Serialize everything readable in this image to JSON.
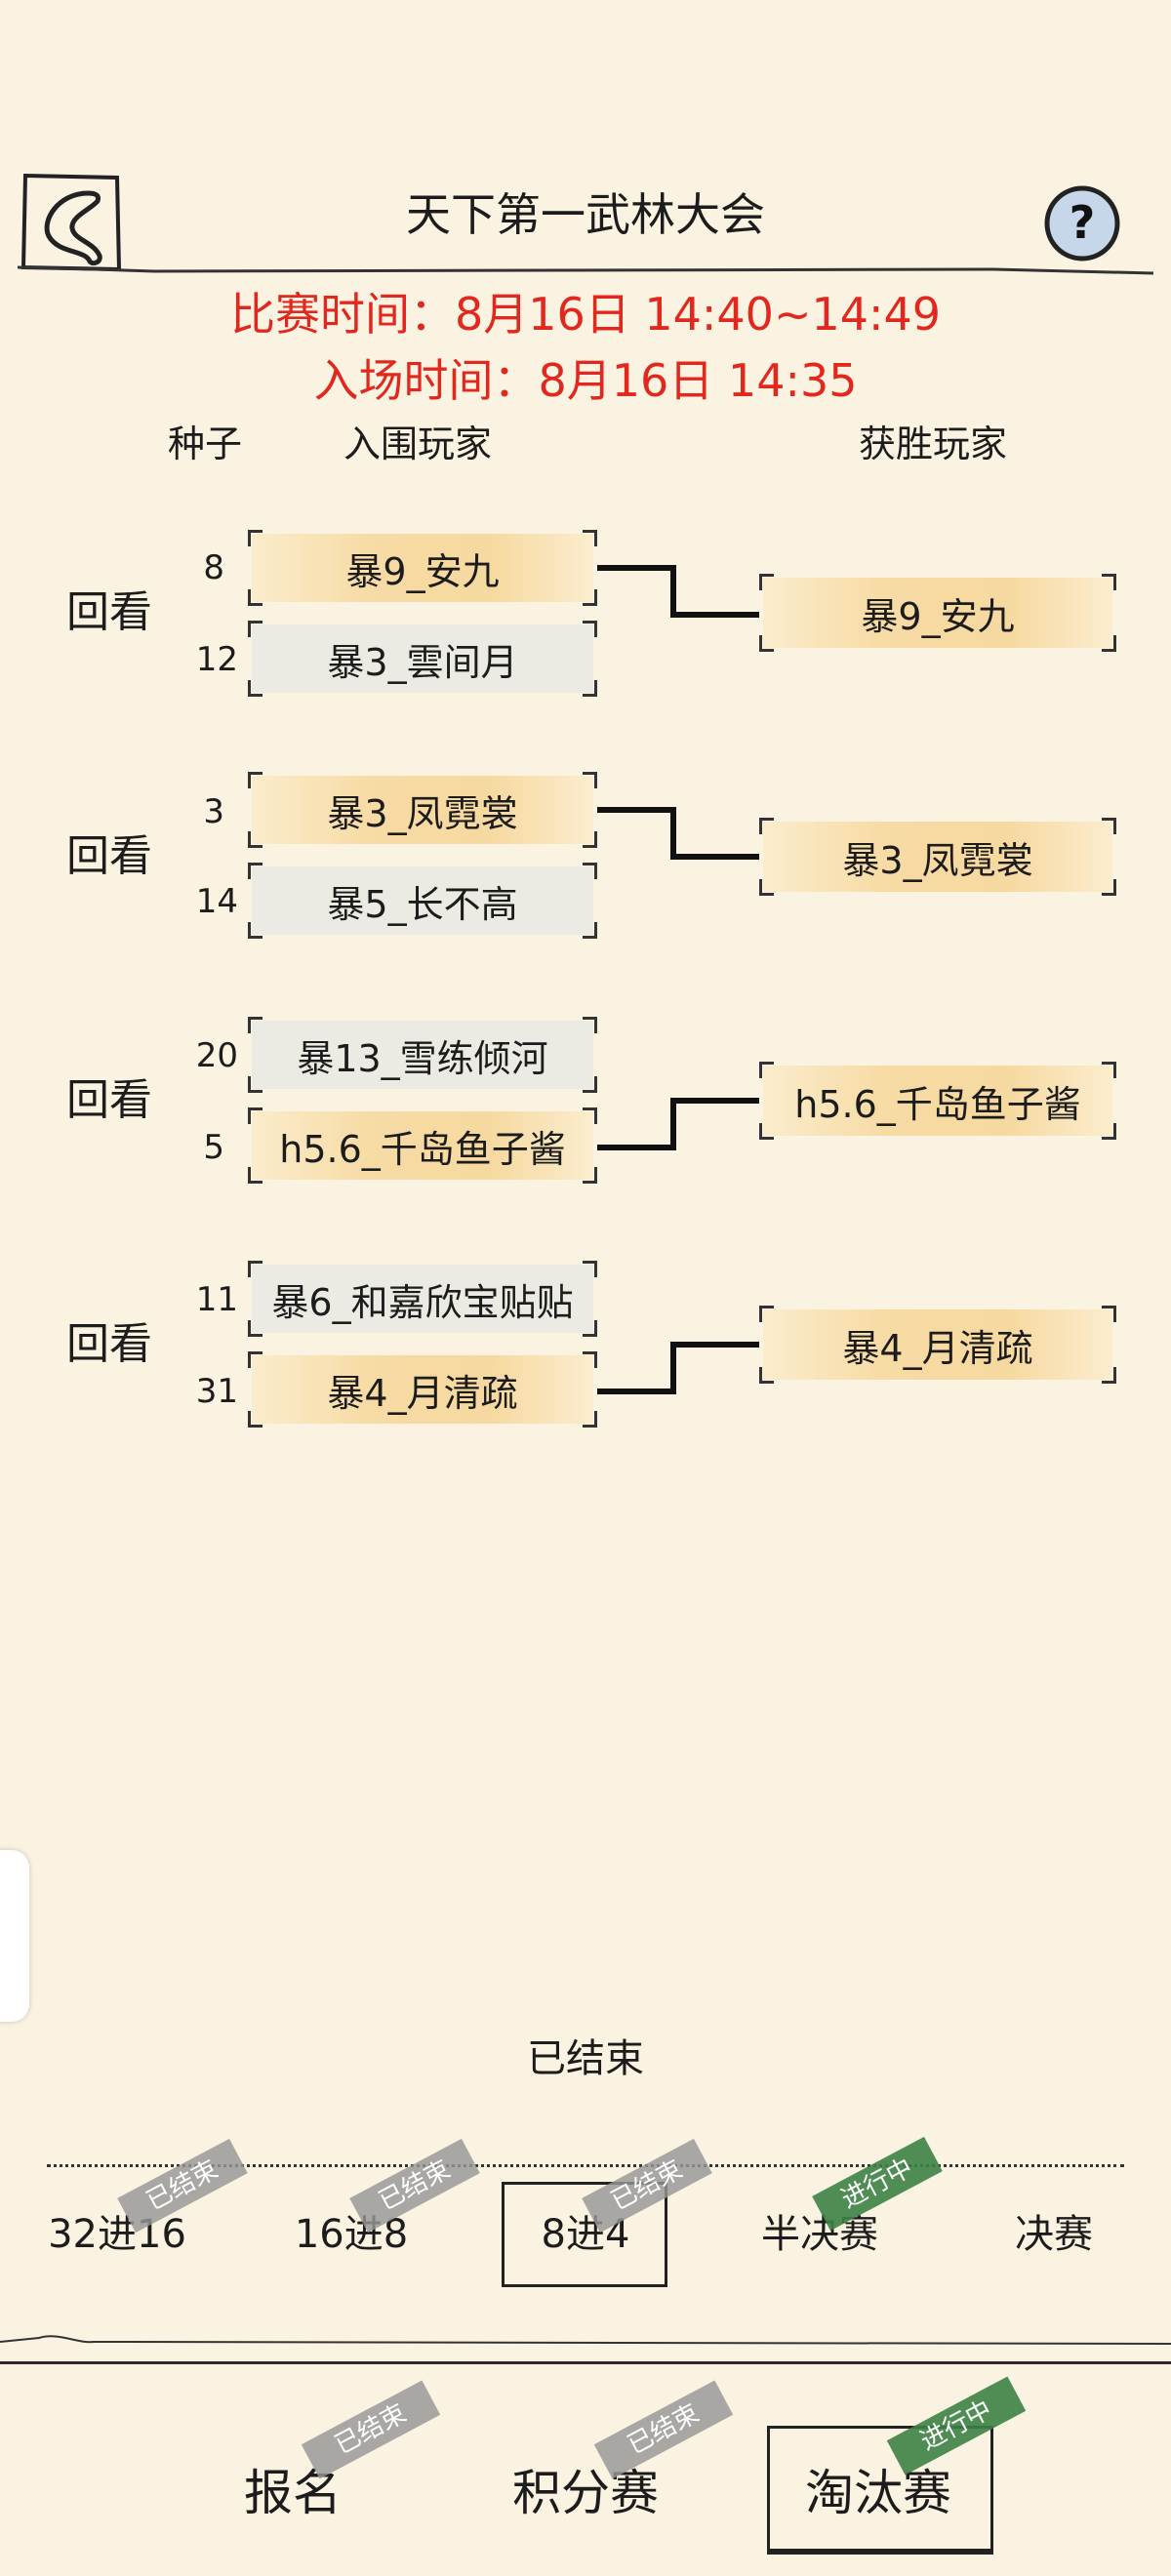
{
  "header": {
    "title": "天下第一武林大会",
    "back_icon": "back-icon",
    "help_icon": "help-icon"
  },
  "info": {
    "match_time": "比赛时间：8月16日  14:40~14:49",
    "entry_time": "入场时间：8月16日  14:35"
  },
  "columns": {
    "seed": "种子",
    "finalists": "入围玩家",
    "winners": "获胜玩家"
  },
  "matches": [
    {
      "replay": "回看",
      "p1_seed": "8",
      "p1": "暴9_安九",
      "p2_seed": "12",
      "p2": "暴3_雲间月",
      "winner": "暴9_安九"
    },
    {
      "replay": "回看",
      "p1_seed": "3",
      "p1": "暴3_凤霓裳",
      "p2_seed": "14",
      "p2": "暴5_长不高",
      "winner": "暴3_凤霓裳"
    },
    {
      "replay": "回看",
      "p1_seed": "20",
      "p1": "暴13_雪练倾河",
      "p2_seed": "5",
      "p2": "h5.6_千岛鱼子酱",
      "winner": "h5.6_千岛鱼子酱"
    },
    {
      "replay": "回看",
      "p1_seed": "11",
      "p1": "暴6_和嘉欣宝贴贴",
      "p2_seed": "31",
      "p2": "暴4_月清疏",
      "winner": "暴4_月清疏"
    }
  ],
  "status": "已结束",
  "stages": [
    {
      "label": "32进16",
      "stamp": "已结束"
    },
    {
      "label": "16进8",
      "stamp": "已结束"
    },
    {
      "label": "8进4",
      "stamp": "已结束",
      "selected": true
    },
    {
      "label": "半决赛",
      "stamp": "进行中"
    },
    {
      "label": "决赛",
      "stamp": ""
    }
  ],
  "bottom_nav": [
    {
      "label": "报名",
      "stamp": "已结束"
    },
    {
      "label": "积分赛",
      "stamp": "已结束"
    },
    {
      "label": "淘汰赛",
      "stamp": "进行中",
      "selected": true
    }
  ],
  "colors": {
    "background": "#faf3e2",
    "red_text": "#e0281f",
    "winner_fill": "#f6d9a0",
    "loser_fill": "#ecebe3",
    "stamp_done": "#969696",
    "stamp_live": "#3c8246"
  }
}
